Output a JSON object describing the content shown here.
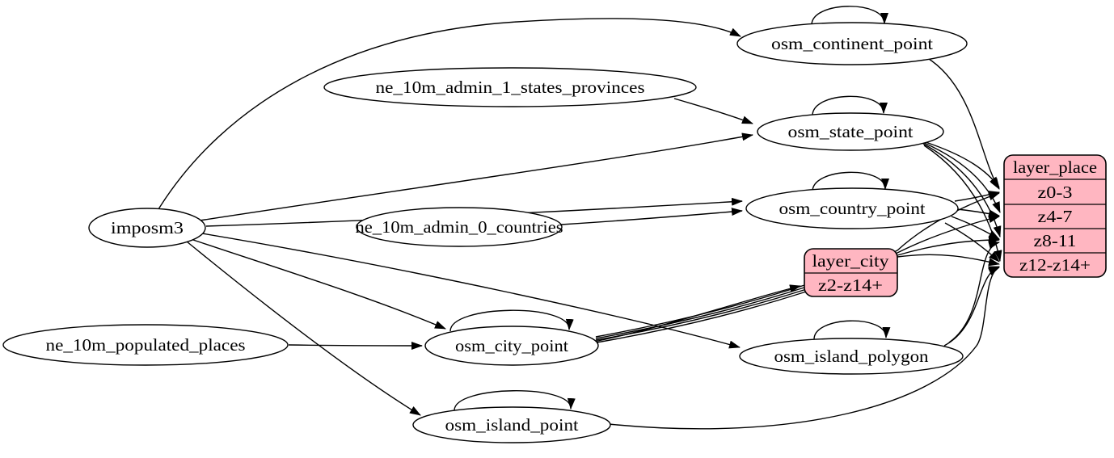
{
  "diagram": {
    "kind": "etl-dependency-graph",
    "colors": {
      "background": "#ffffff",
      "table_node_fill": "#ffffff",
      "layer_record_fill": "#ffb6c1",
      "stroke": "#000000"
    },
    "nodes": {
      "imposm3": "imposm3",
      "ne_10m_admin_1_states_provinces": "ne_10m_admin_1_states_provinces",
      "ne_10m_admin_0_countries": "ne_10m_admin_0_countries",
      "ne_10m_populated_places": "ne_10m_populated_places",
      "osm_continent_point": "osm_continent_point",
      "osm_state_point": "osm_state_point",
      "osm_country_point": "osm_country_point",
      "osm_city_point": "osm_city_point",
      "osm_island_polygon": "osm_island_polygon",
      "osm_island_point": "osm_island_point",
      "layer_place": {
        "title": "layer_place",
        "rows": [
          "z0-3",
          "z4-7",
          "z8-11",
          "z12-z14+"
        ]
      },
      "layer_city": {
        "title": "layer_city",
        "rows": [
          "z2-z14+"
        ]
      }
    },
    "edges": [
      {
        "from": "imposm3",
        "to": "osm_continent_point"
      },
      {
        "from": "imposm3",
        "to": "osm_state_point"
      },
      {
        "from": "imposm3",
        "to": "osm_country_point"
      },
      {
        "from": "imposm3",
        "to": "osm_city_point"
      },
      {
        "from": "imposm3",
        "to": "osm_island_polygon"
      },
      {
        "from": "imposm3",
        "to": "osm_island_point"
      },
      {
        "from": "ne_10m_admin_1_states_provinces",
        "to": "osm_state_point"
      },
      {
        "from": "ne_10m_admin_0_countries",
        "to": "osm_country_point"
      },
      {
        "from": "ne_10m_populated_places",
        "to": "osm_city_point"
      },
      {
        "from": "osm_continent_point",
        "to": "osm_continent_point"
      },
      {
        "from": "osm_state_point",
        "to": "osm_state_point"
      },
      {
        "from": "osm_country_point",
        "to": "osm_country_point"
      },
      {
        "from": "osm_city_point",
        "to": "osm_city_point"
      },
      {
        "from": "osm_island_polygon",
        "to": "osm_island_polygon"
      },
      {
        "from": "osm_island_point",
        "to": "osm_island_point"
      },
      {
        "from": "osm_continent_point",
        "to": "layer_place:z0-3"
      },
      {
        "from": "osm_state_point",
        "to": "layer_place:z0-3"
      },
      {
        "from": "osm_state_point",
        "to": "layer_place:z4-7"
      },
      {
        "from": "osm_state_point",
        "to": "layer_place:z8-11"
      },
      {
        "from": "osm_state_point",
        "to": "layer_place:z12-z14+"
      },
      {
        "from": "osm_country_point",
        "to": "layer_place:z0-3"
      },
      {
        "from": "osm_country_point",
        "to": "layer_place:z4-7"
      },
      {
        "from": "osm_country_point",
        "to": "layer_place:z8-11"
      },
      {
        "from": "osm_country_point",
        "to": "layer_place:z12-z14+"
      },
      {
        "from": "osm_city_point",
        "to": "layer_place:z0-3"
      },
      {
        "from": "osm_city_point",
        "to": "layer_place:z4-7"
      },
      {
        "from": "osm_city_point",
        "to": "layer_place:z8-11"
      },
      {
        "from": "osm_city_point",
        "to": "layer_place:z12-z14+"
      },
      {
        "from": "osm_city_point",
        "to": "layer_city:z2-z14+"
      },
      {
        "from": "osm_island_polygon",
        "to": "layer_place:z8-11"
      },
      {
        "from": "osm_island_polygon",
        "to": "layer_place:z12-z14+"
      },
      {
        "from": "osm_island_point",
        "to": "layer_place:z12-z14+"
      }
    ]
  }
}
